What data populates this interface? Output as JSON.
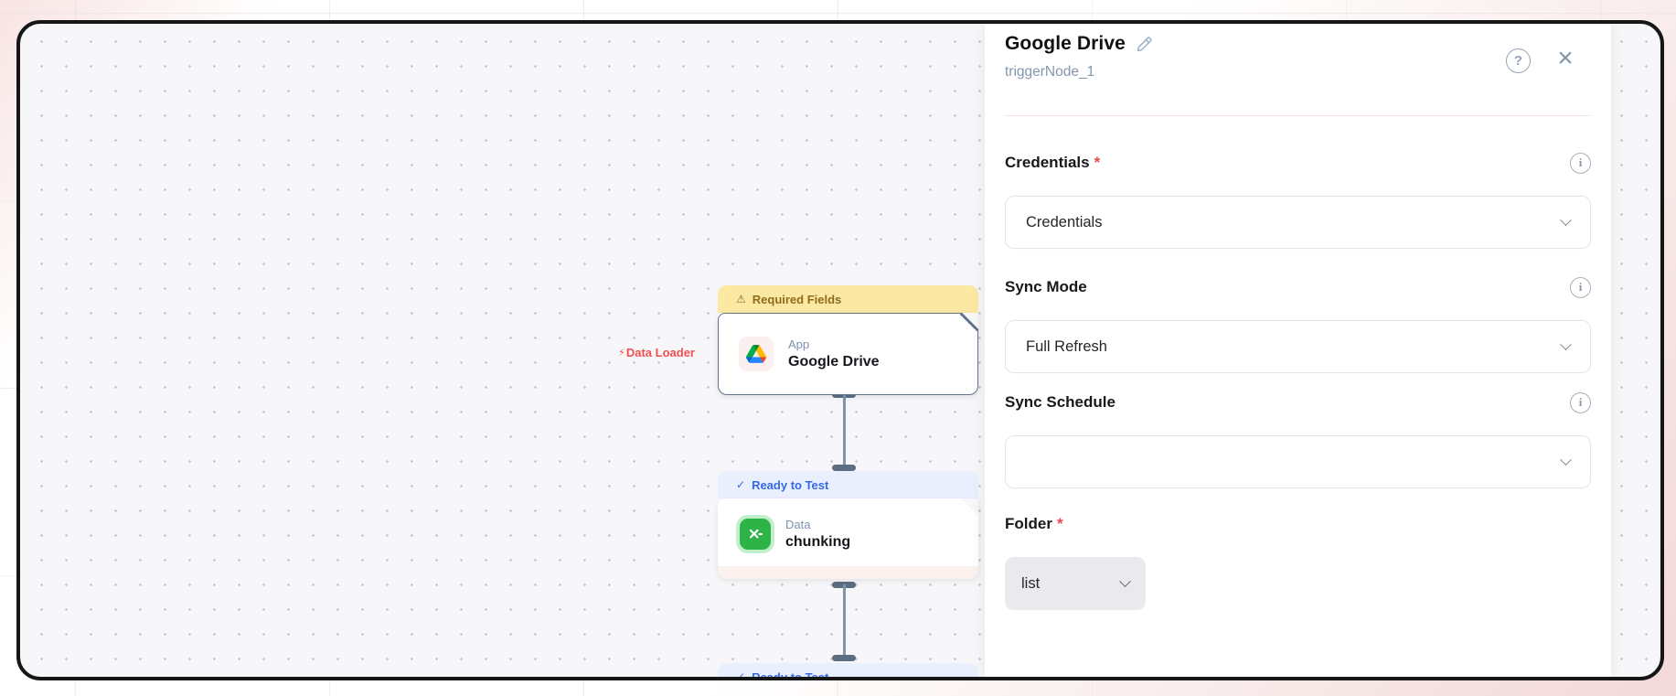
{
  "panel": {
    "title": "Google Drive",
    "subtitle": "triggerNode_1",
    "required_mark": "*",
    "help_glyph": "?",
    "close_glyph": "×",
    "info_glyph": "i",
    "fields": [
      {
        "label": "Credentials",
        "required": true,
        "value": "Credentials"
      },
      {
        "label": "Sync Mode",
        "required": false,
        "value": "Full Refresh"
      },
      {
        "label": "Sync Schedule",
        "required": false,
        "value": ""
      },
      {
        "label": "Folder",
        "required": true,
        "value": "list"
      }
    ]
  },
  "canvas": {
    "edge_label": "Data Loader",
    "bolt_glyph": "⚡",
    "nodes": [
      {
        "status": "Required Fields",
        "status_glyph": "⚠",
        "category": "App",
        "name": "Google Drive"
      },
      {
        "status": "Ready to Test",
        "status_glyph": "✓",
        "category": "Data",
        "name": "chunking"
      },
      {
        "status": "Ready to Test",
        "status_glyph": "✓"
      }
    ]
  },
  "colors": {
    "frame_border": "#161616",
    "canvas_bg": "#f7f7f9",
    "panel_bg": "#ffffff",
    "warning_banner_bg": "#fbe9a3",
    "warning_text": "#8f6c1c",
    "ready_banner_bg": "#e9effd",
    "ready_text": "#3569e8",
    "edge_label_red": "#f04f4f",
    "node_border": "#64748b",
    "accent_green": "#2eb348",
    "required_red": "#e5484d"
  }
}
